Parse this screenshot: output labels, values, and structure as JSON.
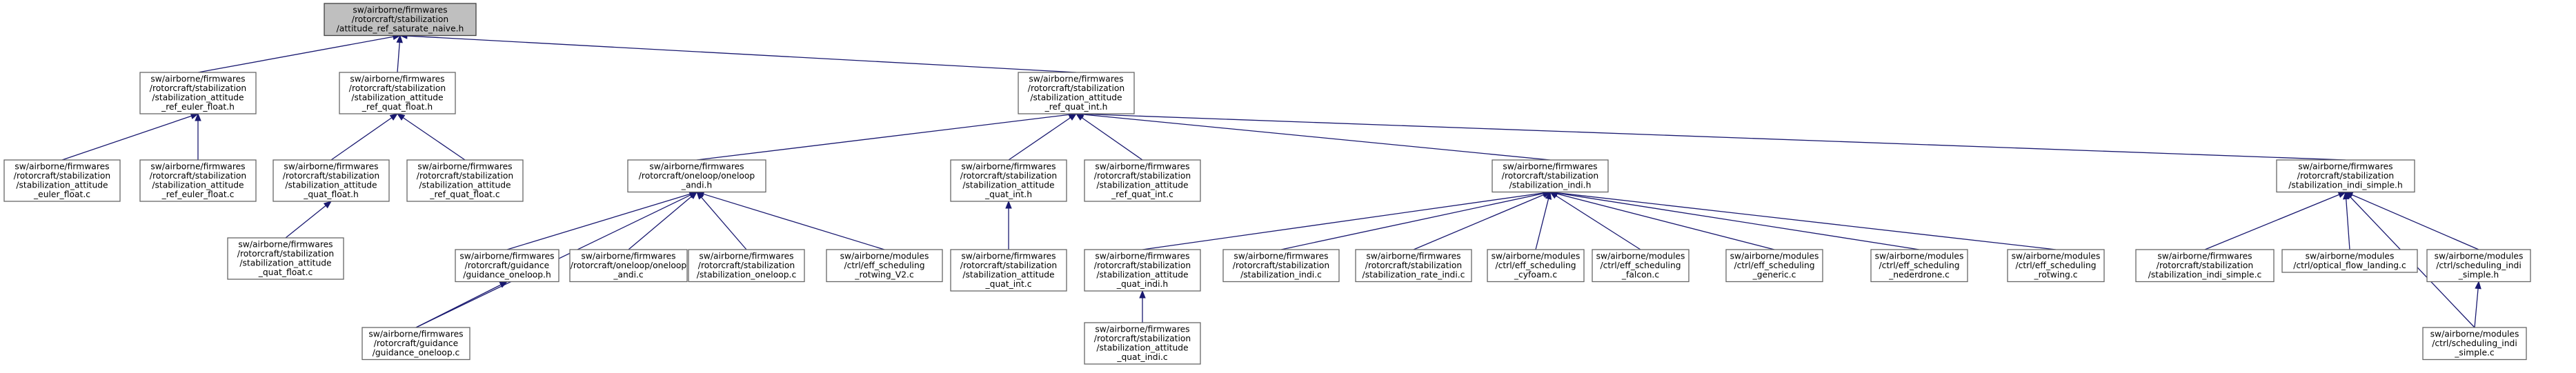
{
  "graph": {
    "nodes": [
      {
        "id": "root",
        "root": true,
        "lines": [
          "sw/airborne/firmwares",
          "/rotorcraft/stabilization",
          "/attitude_ref_saturate_naive.h"
        ]
      },
      {
        "id": "ref_euler_float_h",
        "lines": [
          "sw/airborne/firmwares",
          "/rotorcraft/stabilization",
          "/stabilization_attitude",
          "_ref_euler_float.h"
        ]
      },
      {
        "id": "ref_quat_float_h",
        "lines": [
          "sw/airborne/firmwares",
          "/rotorcraft/stabilization",
          "/stabilization_attitude",
          "_ref_quat_float.h"
        ]
      },
      {
        "id": "ref_quat_int_h",
        "lines": [
          "sw/airborne/firmwares",
          "/rotorcraft/stabilization",
          "/stabilization_attitude",
          "_ref_quat_int.h"
        ]
      },
      {
        "id": "euler_float_c",
        "lines": [
          "sw/airborne/firmwares",
          "/rotorcraft/stabilization",
          "/stabilization_attitude",
          "_euler_float.c"
        ]
      },
      {
        "id": "ref_euler_float_c",
        "lines": [
          "sw/airborne/firmwares",
          "/rotorcraft/stabilization",
          "/stabilization_attitude",
          "_ref_euler_float.c"
        ]
      },
      {
        "id": "quat_float_h",
        "lines": [
          "sw/airborne/firmwares",
          "/rotorcraft/stabilization",
          "/stabilization_attitude",
          "_quat_float.h"
        ]
      },
      {
        "id": "ref_quat_float_c",
        "lines": [
          "sw/airborne/firmwares",
          "/rotorcraft/stabilization",
          "/stabilization_attitude",
          "_ref_quat_float.c"
        ]
      },
      {
        "id": "quat_float_c",
        "lines": [
          "sw/airborne/firmwares",
          "/rotorcraft/stabilization",
          "/stabilization_attitude",
          "_quat_float.c"
        ]
      },
      {
        "id": "oneloop_andi_h",
        "lines": [
          "sw/airborne/firmwares",
          "/rotorcraft/oneloop/oneloop",
          "_andi.h"
        ]
      },
      {
        "id": "quat_int_h",
        "lines": [
          "sw/airborne/firmwares",
          "/rotorcraft/stabilization",
          "/stabilization_attitude",
          "_quat_int.h"
        ]
      },
      {
        "id": "ref_quat_int_c",
        "lines": [
          "sw/airborne/firmwares",
          "/rotorcraft/stabilization",
          "/stabilization_attitude",
          "_ref_quat_int.c"
        ]
      },
      {
        "id": "indi_h",
        "lines": [
          "sw/airborne/firmwares",
          "/rotorcraft/stabilization",
          "/stabilization_indi.h"
        ]
      },
      {
        "id": "indi_simple_h",
        "lines": [
          "sw/airborne/firmwares",
          "/rotorcraft/stabilization",
          "/stabilization_indi_simple.h"
        ]
      },
      {
        "id": "guidance_oneloop_h",
        "lines": [
          "sw/airborne/firmwares",
          "/rotorcraft/guidance",
          "/guidance_oneloop.h"
        ]
      },
      {
        "id": "oneloop_andi_c",
        "lines": [
          "sw/airborne/firmwares",
          "/rotorcraft/oneloop/oneloop",
          "_andi.c"
        ]
      },
      {
        "id": "stab_oneloop_c",
        "lines": [
          "sw/airborne/firmwares",
          "/rotorcraft/stabilization",
          "/stabilization_oneloop.c"
        ]
      },
      {
        "id": "rotwing_v2_c",
        "lines": [
          "sw/airborne/modules",
          "/ctrl/eff_scheduling",
          "_rotwing_V2.c"
        ]
      },
      {
        "id": "quat_int_c",
        "lines": [
          "sw/airborne/firmwares",
          "/rotorcraft/stabilization",
          "/stabilization_attitude",
          "_quat_int.c"
        ]
      },
      {
        "id": "quat_indi_h",
        "lines": [
          "sw/airborne/firmwares",
          "/rotorcraft/stabilization",
          "/stabilization_attitude",
          "_quat_indi.h"
        ]
      },
      {
        "id": "indi_c",
        "lines": [
          "sw/airborne/firmwares",
          "/rotorcraft/stabilization",
          "/stabilization_indi.c"
        ]
      },
      {
        "id": "rate_indi_c",
        "lines": [
          "sw/airborne/firmwares",
          "/rotorcraft/stabilization",
          "/stabilization_rate_indi.c"
        ]
      },
      {
        "id": "cyfoam_c",
        "lines": [
          "sw/airborne/modules",
          "/ctrl/eff_scheduling",
          "_cyfoam.c"
        ]
      },
      {
        "id": "falcon_c",
        "lines": [
          "sw/airborne/modules",
          "/ctrl/eff_scheduling",
          "_falcon.c"
        ]
      },
      {
        "id": "generic_c",
        "lines": [
          "sw/airborne/modules",
          "/ctrl/eff_scheduling",
          "_generic.c"
        ]
      },
      {
        "id": "nederdrone_c",
        "lines": [
          "sw/airborne/modules",
          "/ctrl/eff_scheduling",
          "_nederdrone.c"
        ]
      },
      {
        "id": "rotwing_c",
        "lines": [
          "sw/airborne/modules",
          "/ctrl/eff_scheduling",
          "_rotwing.c"
        ]
      },
      {
        "id": "indi_simple_c",
        "lines": [
          "sw/airborne/firmwares",
          "/rotorcraft/stabilization",
          "/stabilization_indi_simple.c"
        ]
      },
      {
        "id": "optical_flow_c",
        "lines": [
          "sw/airborne/modules",
          "/ctrl/optical_flow_landing.c"
        ]
      },
      {
        "id": "sched_indi_simple_h",
        "lines": [
          "sw/airborne/modules",
          "/ctrl/scheduling_indi",
          "_simple.h"
        ]
      },
      {
        "id": "guidance_oneloop_c",
        "lines": [
          "sw/airborne/firmwares",
          "/rotorcraft/guidance",
          "/guidance_oneloop.c"
        ]
      },
      {
        "id": "quat_indi_c",
        "lines": [
          "sw/airborne/firmwares",
          "/rotorcraft/stabilization",
          "/stabilization_attitude",
          "_quat_indi.c"
        ]
      },
      {
        "id": "sched_indi_simple_c",
        "lines": [
          "sw/airborne/modules",
          "/ctrl/scheduling_indi",
          "_simple.c"
        ]
      }
    ],
    "edges": [
      [
        "ref_euler_float_h",
        "root"
      ],
      [
        "ref_quat_float_h",
        "root"
      ],
      [
        "ref_quat_int_h",
        "root"
      ],
      [
        "euler_float_c",
        "ref_euler_float_h"
      ],
      [
        "ref_euler_float_c",
        "ref_euler_float_h"
      ],
      [
        "quat_float_h",
        "ref_quat_float_h"
      ],
      [
        "ref_quat_float_c",
        "ref_quat_float_h"
      ],
      [
        "quat_float_c",
        "quat_float_h"
      ],
      [
        "oneloop_andi_h",
        "ref_quat_int_h"
      ],
      [
        "quat_int_h",
        "ref_quat_int_h"
      ],
      [
        "ref_quat_int_c",
        "ref_quat_int_h"
      ],
      [
        "indi_h",
        "ref_quat_int_h"
      ],
      [
        "indi_simple_h",
        "ref_quat_int_h"
      ],
      [
        "guidance_oneloop_c",
        "oneloop_andi_h"
      ],
      [
        "guidance_oneloop_h",
        "oneloop_andi_h"
      ],
      [
        "oneloop_andi_c",
        "oneloop_andi_h"
      ],
      [
        "stab_oneloop_c",
        "oneloop_andi_h"
      ],
      [
        "rotwing_v2_c",
        "oneloop_andi_h"
      ],
      [
        "guidance_oneloop_c",
        "guidance_oneloop_h"
      ],
      [
        "quat_int_c",
        "quat_int_h"
      ],
      [
        "quat_indi_h",
        "indi_h"
      ],
      [
        "indi_c",
        "indi_h"
      ],
      [
        "rate_indi_c",
        "indi_h"
      ],
      [
        "cyfoam_c",
        "indi_h"
      ],
      [
        "falcon_c",
        "indi_h"
      ],
      [
        "generic_c",
        "indi_h"
      ],
      [
        "nederdrone_c",
        "indi_h"
      ],
      [
        "rotwing_c",
        "indi_h"
      ],
      [
        "quat_indi_c",
        "quat_indi_h"
      ],
      [
        "indi_simple_c",
        "indi_simple_h"
      ],
      [
        "optical_flow_c",
        "indi_simple_h"
      ],
      [
        "sched_indi_simple_h",
        "indi_simple_h"
      ],
      [
        "sched_indi_simple_c",
        "indi_simple_h"
      ],
      [
        "sched_indi_simple_c",
        "sched_indi_simple_h"
      ]
    ]
  }
}
